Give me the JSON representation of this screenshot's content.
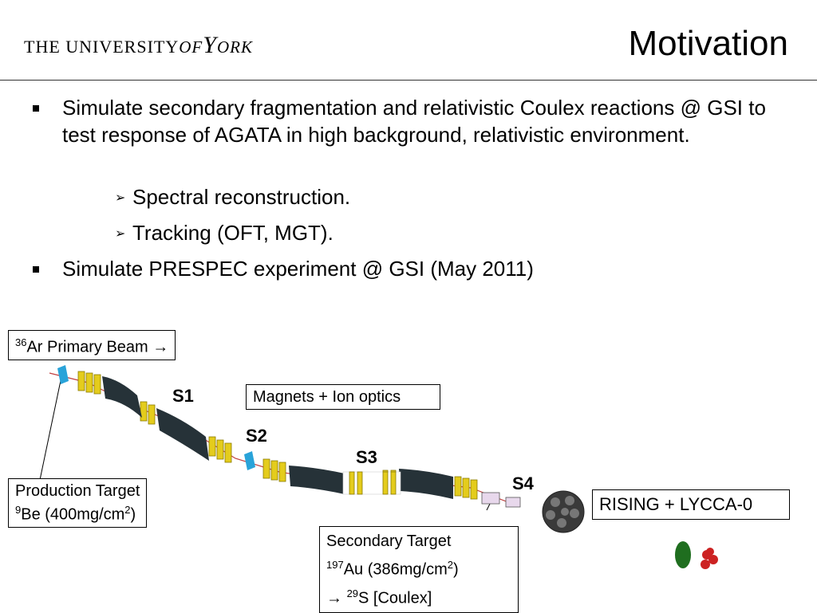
{
  "header": {
    "logo_prefix": "THE UNIVERSITY",
    "logo_of": "of",
    "logo_york": "York",
    "title": "Motivation"
  },
  "bullets": [
    {
      "text": "Simulate secondary fragmentation and relativistic Coulex reactions @ GSI to test response of AGATA in high background, relativistic environment."
    },
    {
      "text": "Simulate PRESPEC experiment @ GSI (May 2011)"
    }
  ],
  "subbullets": [
    "Spectral reconstruction.",
    "Tracking (OFT, MGT)."
  ],
  "diagram": {
    "beam_box": {
      "iso": "36",
      "text": "Ar Primary Beam →"
    },
    "magnets_box": "Magnets + Ion optics",
    "stages": [
      "S1",
      "S2",
      "S3",
      "S4"
    ],
    "production_box": {
      "line1": "Production Target",
      "iso": "9",
      "line2_a": "Be (400mg/cm",
      "exp": "2",
      "line2_b": ")"
    },
    "secondary_box": {
      "line1": "Secondary Target",
      "iso": "197",
      "line2_a": "Au (386mg/cm",
      "exp": "2",
      "line2_b": ")",
      "arrow": "→ ",
      "iso2": "29",
      "line3": "S [Coulex]"
    },
    "rising_box": "RISING + LYCCA-0"
  },
  "colors": {
    "magnet_dark": "#263238",
    "magnet_yellow": "#e4cc1c",
    "detector_green": "#1f6e1f",
    "detector_red": "#cc2222"
  }
}
